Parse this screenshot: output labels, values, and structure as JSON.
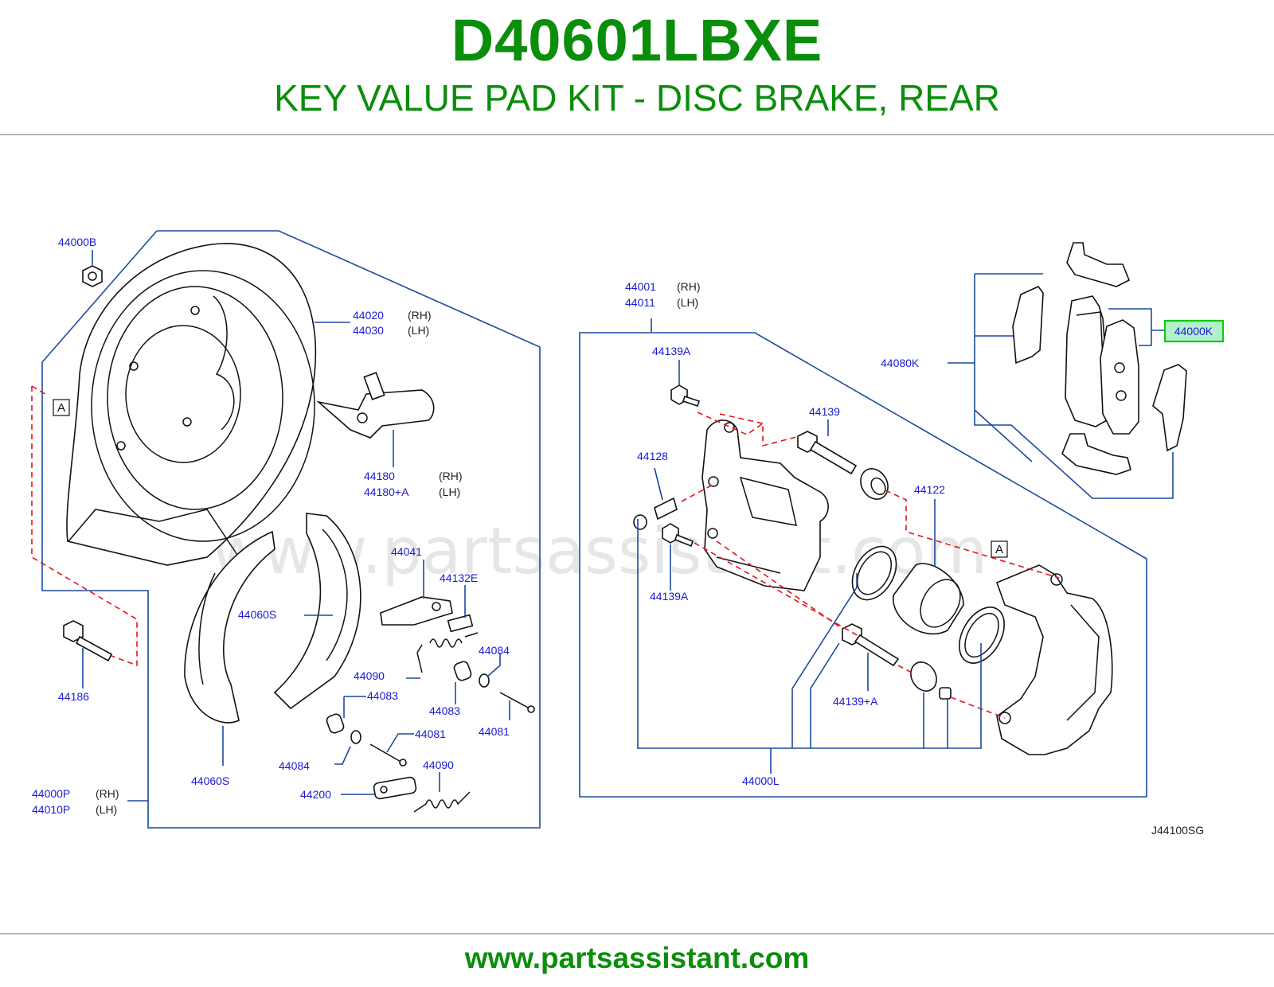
{
  "header": {
    "part_code": "D40601LBXE",
    "part_title": "KEY VALUE PAD KIT - DISC BRAKE, REAR"
  },
  "footer": {
    "url": "www.partsassistant.com"
  },
  "watermark": "www.partsassistant.com",
  "diagram": {
    "reference_code": "J44100SG",
    "highlighted_part": "44000K",
    "colors": {
      "brand_green": "#0b8e0b",
      "label_blue": "#1a1ad6",
      "leader_blue": "#1b4a9e",
      "highlight_bg": "#b3f0cc",
      "highlight_border": "#15c90f",
      "dash_red": "#e2141b"
    },
    "callouts": {
      "c44000B": "44000B",
      "c44020": "44020",
      "c44030": "44030",
      "c44180": "44180",
      "c44180A": "44180+A",
      "c44060S_a": "44060S",
      "c44060S_b": "44060S",
      "c44041": "44041",
      "c44132E": "44132E",
      "c44084_a": "44084",
      "c44084_b": "44084",
      "c44090_a": "44090",
      "c44090_b": "44090",
      "c44083_a": "44083",
      "c44083_b": "44083",
      "c44081_a": "44081",
      "c44081_b": "44081",
      "c44200": "44200",
      "c44186": "44186",
      "c44000P": "44000P",
      "c44010P": "44010P",
      "c44001": "44001",
      "c44011": "44011",
      "c44139A_a": "44139A",
      "c44139A_b": "44139A",
      "c44128": "44128",
      "c44139": "44139",
      "c44122": "44122",
      "c44139A_plus": "44139+A",
      "c44000L": "44000L",
      "c44080K": "44080K",
      "c44000K": "44000K"
    },
    "side_tags": {
      "rh": "(RH)",
      "lh": "(LH)"
    },
    "view_markers": {
      "a_left": "A",
      "a_right": "A"
    }
  }
}
